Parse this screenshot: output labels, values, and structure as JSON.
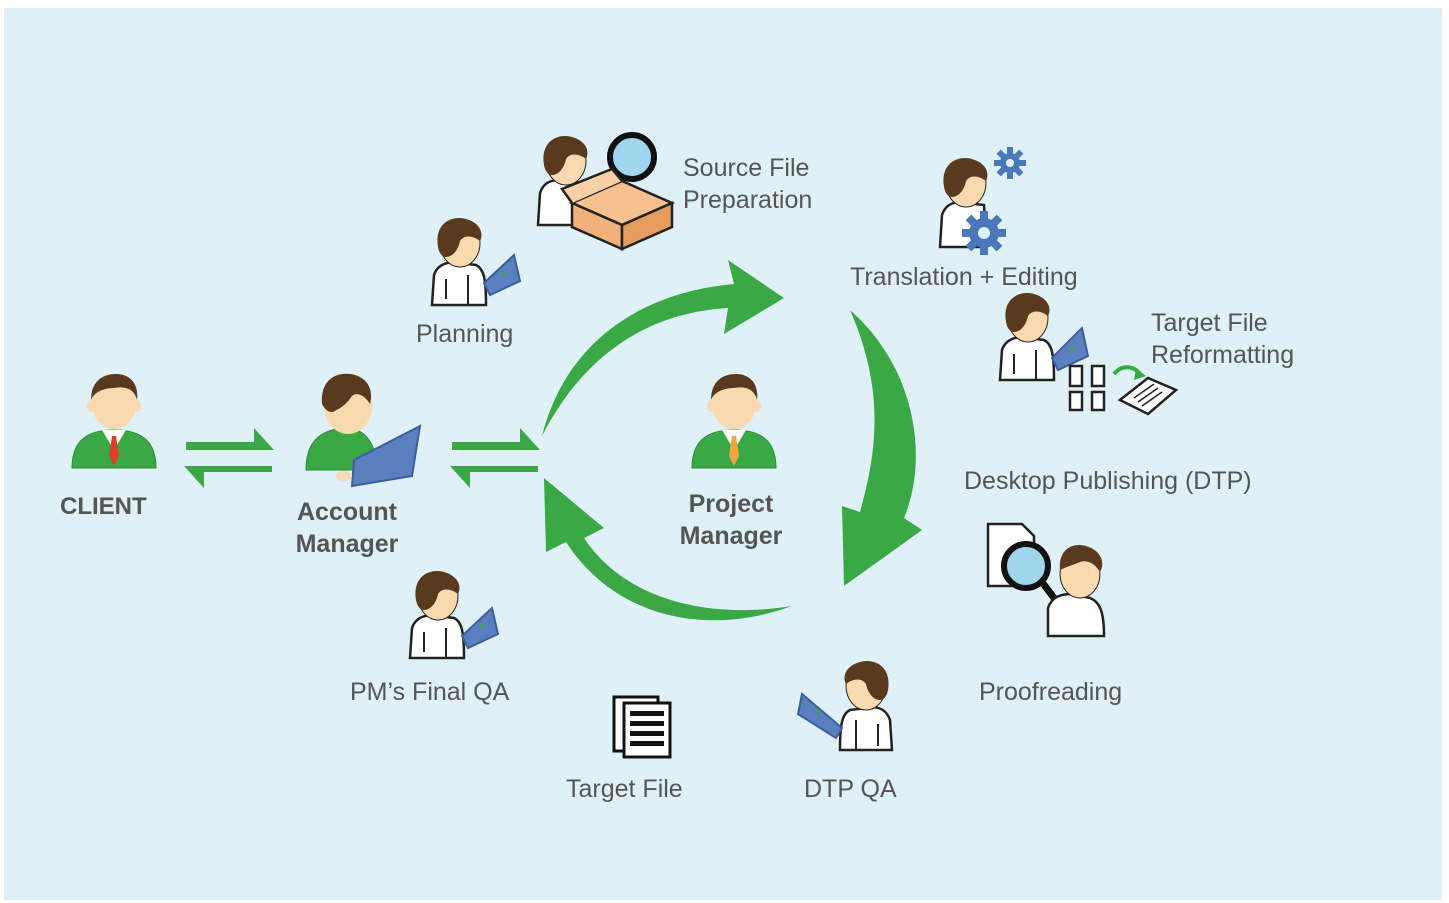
{
  "roles": {
    "client": "CLIENT",
    "account_manager": [
      "Account",
      "Manager"
    ],
    "project_manager": [
      "Project",
      "Manager"
    ]
  },
  "steps": {
    "source_file_preparation": [
      "Source File",
      "Preparation"
    ],
    "planning": "Planning",
    "translation_editing": "Translation + Editing",
    "target_file_reformatting": [
      "Target File",
      "Reformatting"
    ],
    "desktop_publishing": "Desktop Publishing (DTP)",
    "proofreading": "Proofreading",
    "dtp_qa": "DTP QA",
    "target_file": "Target File",
    "pm_final_qa": "PM’s Final QA"
  },
  "colors": {
    "background": "#dff1f6",
    "arrow_green": "#3aa844",
    "shirt_green": "#3aa844",
    "hair_brown": "#5a3a1e",
    "skin": "#f8d9b0",
    "laptop_blue": "#5b7fbf",
    "gear_blue": "#4a78b8",
    "magnifier_lens": "#9fd6ee",
    "box_orange": "#f0b27a",
    "text_gray": "#555555"
  }
}
